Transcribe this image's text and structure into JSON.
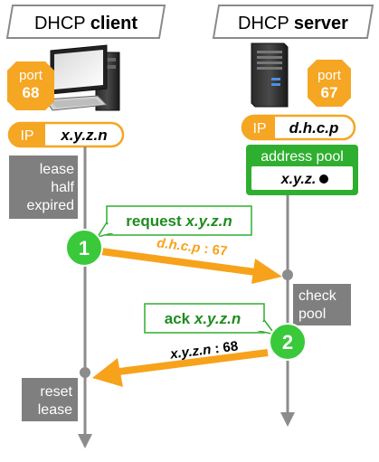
{
  "client": {
    "title_normal": "DHCP ",
    "title_bold": "client",
    "port_label": "port",
    "port_value": "68",
    "ip_label": "IP",
    "ip_value": "x.y.z.n",
    "lease_line1": "lease",
    "lease_line2": "half",
    "lease_line3": "expired",
    "reset_line1": "reset",
    "reset_line2": "lease"
  },
  "server": {
    "title_normal": "DHCP ",
    "title_bold": "server",
    "port_label": "port",
    "port_value": "67",
    "ip_label": "IP",
    "ip_value": "d.h.c.p",
    "pool_title": "address pool",
    "pool_entry": "x.y.z.",
    "check_line1": "check",
    "check_line2": "pool"
  },
  "messages": [
    {
      "step": "1",
      "label_word": "request",
      "label_addr": "x.y.z.n",
      "dest_addr": "d.h.c.p",
      "dest_port": "67"
    },
    {
      "step": "2",
      "label_word": "ack",
      "label_addr": "x.y.z.n",
      "dest_addr": "x.y.z.n",
      "dest_port": "68"
    }
  ],
  "colors": {
    "orange": "#F5A623",
    "arrow_orange": "#F7A21B",
    "green": "#2FAF2F",
    "step_green": "#39C93A",
    "gray_box": "#7F7F7F",
    "timeline": "#8C8C8C",
    "label_green": "#1E8C1E"
  }
}
